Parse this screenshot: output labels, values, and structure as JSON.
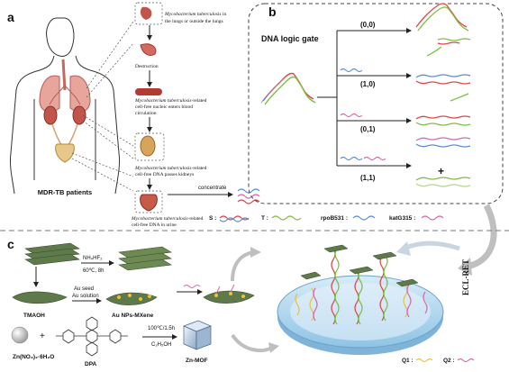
{
  "panels": {
    "a": "a",
    "b": "b",
    "c": "c"
  },
  "panel_a": {
    "caption_1_italic": "Mycobacterium tuberculosis",
    "caption_1_rest_line1": "in",
    "caption_1_rest_line2": "the lungs or outside the lungs",
    "caption_2": "Destruction",
    "caption_3_italic": "Mycobacterium tuberculosis",
    "caption_3_rest_line1": "-related",
    "caption_3_line2": "cell-free nucleic enters blood",
    "caption_3_line3": "circulation",
    "caption_4_italic": "Mycobacterium tuberculosis",
    "caption_4_rest_line1": "-related",
    "caption_4_line2": "cell-free DNA passes kidneys",
    "caption_5_italic": "Mycobacterium tuberculosis",
    "caption_5_rest_line1": "-related",
    "caption_5_line2": "cell-free DNA in urine",
    "patients": "MDR-TB patients",
    "concentrate": "concentrate"
  },
  "panel_b": {
    "title": "DNA logic gate",
    "states": [
      "(0,0)",
      "(1,0)",
      "(0,1)",
      "(1,1)"
    ],
    "plus": "+"
  },
  "legend_b": {
    "s": "S :",
    "t": "T :",
    "rpob": "rpoB531 :",
    "katg": "katG315 :"
  },
  "panel_c": {
    "reagent": "NH₄HF₂",
    "condition": "60℃,  8h",
    "tmaoh": "TMAOH",
    "au_seed": "Au seed",
    "au_solution": "Au solution",
    "au_mxene": "Au NPs-MXene",
    "zn_salt": "Zn(NO₃)₂·6H₂O",
    "plus": "+",
    "dpa": "DPA",
    "mof_condition1": "100℃/1.5h",
    "mof_condition2": "C₂H₅OH",
    "zn_mof": "Zn-MOF",
    "ecl_ret": "ECL-RET",
    "q1": "Q1 :",
    "q2": "Q2 :"
  },
  "colors": {
    "strand_red": "#e0464a",
    "strand_green": "#7fbf3f",
    "strand_blue": "#5a8fd6",
    "strand_yellow": "#e8c43a",
    "strand_pink": "#d86aa8",
    "mxene": "#5f7a4a",
    "electrode_blue": "#a9d4ee",
    "arrow_grey": "#bfbfbf"
  }
}
